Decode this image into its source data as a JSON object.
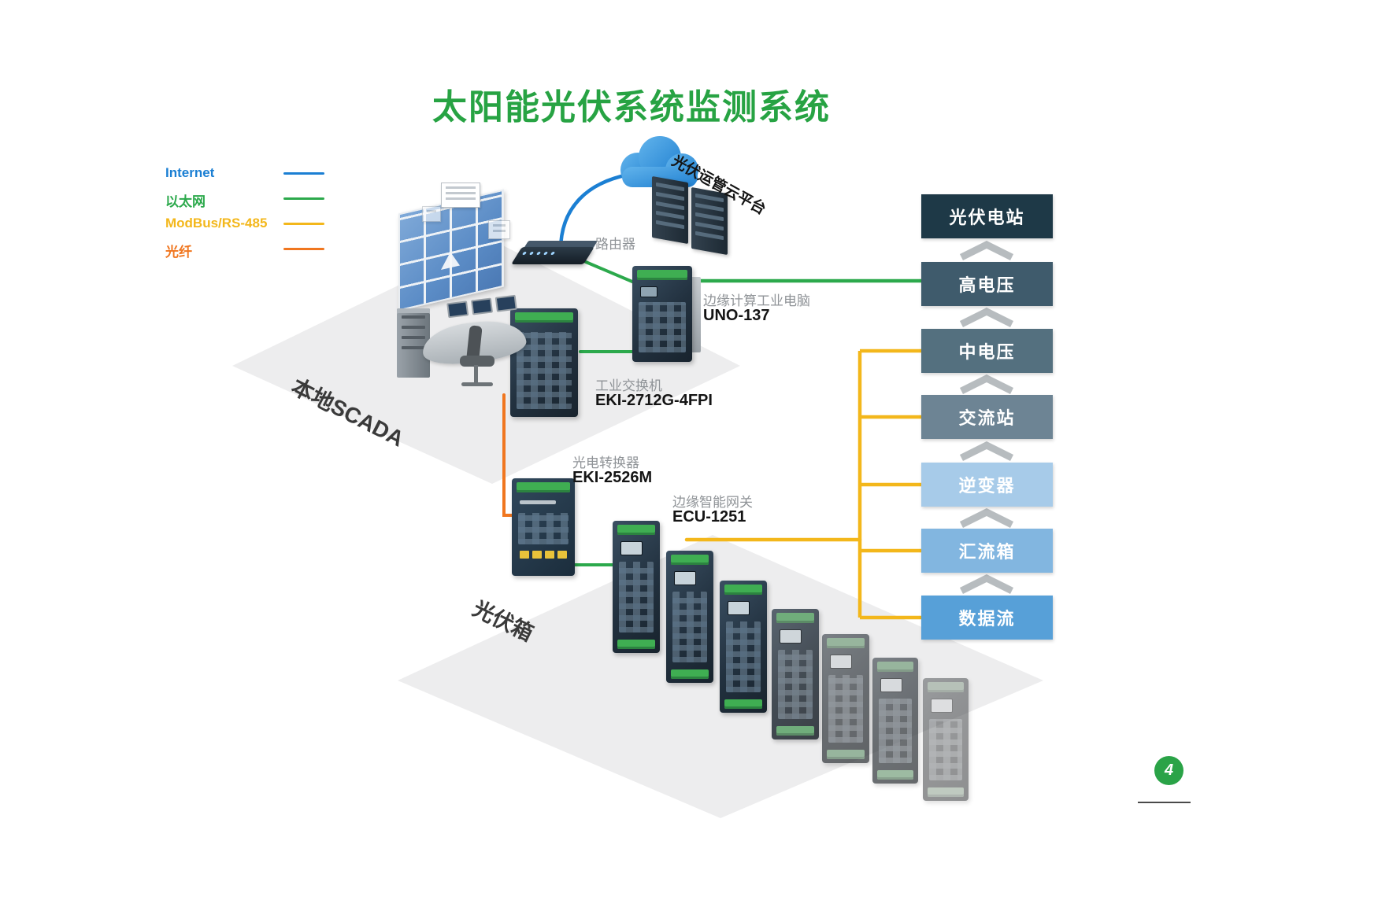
{
  "title": "太阳能光伏系统监测系统",
  "legend": {
    "items": [
      {
        "label": "Internet",
        "color": "#1b7fd3"
      },
      {
        "label": "以太网",
        "color": "#2ca94c"
      },
      {
        "label": "ModBus/RS-485",
        "color": "#f3b71b"
      },
      {
        "label": "光纤",
        "color": "#f0761f"
      }
    ]
  },
  "diagram": {
    "cloud_platform_label": "光伏运管云平台",
    "router_label": "路由器",
    "uno": {
      "desc": "边缘计算工业电脑",
      "model": "UNO-137"
    },
    "switch": {
      "desc": "工业交换机",
      "model": "EKI-2712G-4FPI"
    },
    "converter": {
      "desc": "光电转换器",
      "model": "EKI-2526M"
    },
    "gateway": {
      "desc": "边缘智能网关",
      "model": "ECU-1251"
    },
    "scada_label": "本地SCADA",
    "pv_box_label": "光伏箱"
  },
  "stack": {
    "items": [
      {
        "label": "光伏电站",
        "bg": "#1e3947"
      },
      {
        "label": "高电压",
        "bg": "#3f5b6c"
      },
      {
        "label": "中电压",
        "bg": "#54707f"
      },
      {
        "label": "交流站",
        "bg": "#6d8494"
      },
      {
        "label": "逆变器",
        "bg": "#a7cbe9"
      },
      {
        "label": "汇流箱",
        "bg": "#82b6e0"
      },
      {
        "label": "数据流",
        "bg": "#57a0d8"
      }
    ]
  },
  "colors": {
    "title_green": "#27a343",
    "chevron_gray": "#b7bcbf"
  },
  "footer": {
    "page_number": "4"
  }
}
